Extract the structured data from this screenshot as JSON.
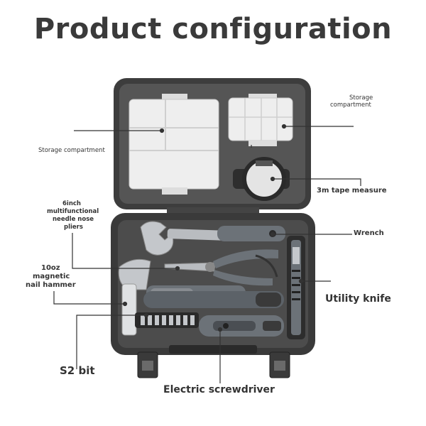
{
  "title": "Product configuration",
  "labels": {
    "storage_left": "Storage compartment",
    "storage_right_line1": "Storage",
    "storage_right_line2": "compartment",
    "tape": "3m tape measure",
    "pliers_line1": "6inch",
    "pliers_line2": "multifunctional",
    "pliers_line3": "needle nose",
    "pliers_line4": "pliers",
    "wrench": "Wrench",
    "hammer_line1": "10oz",
    "hammer_line2": "magnetic",
    "hammer_line3": "nail hammer",
    "knife": "Utility knife",
    "bit": "S2 bit",
    "screwdriver": "Electric screwdriver"
  },
  "colors": {
    "case": "#4a4a4a",
    "case_dark": "#2f2f2f",
    "tray": "#e6e6e6",
    "tool_grey": "#6c7278",
    "metal": "#b9bcc0",
    "line": "#333333"
  }
}
